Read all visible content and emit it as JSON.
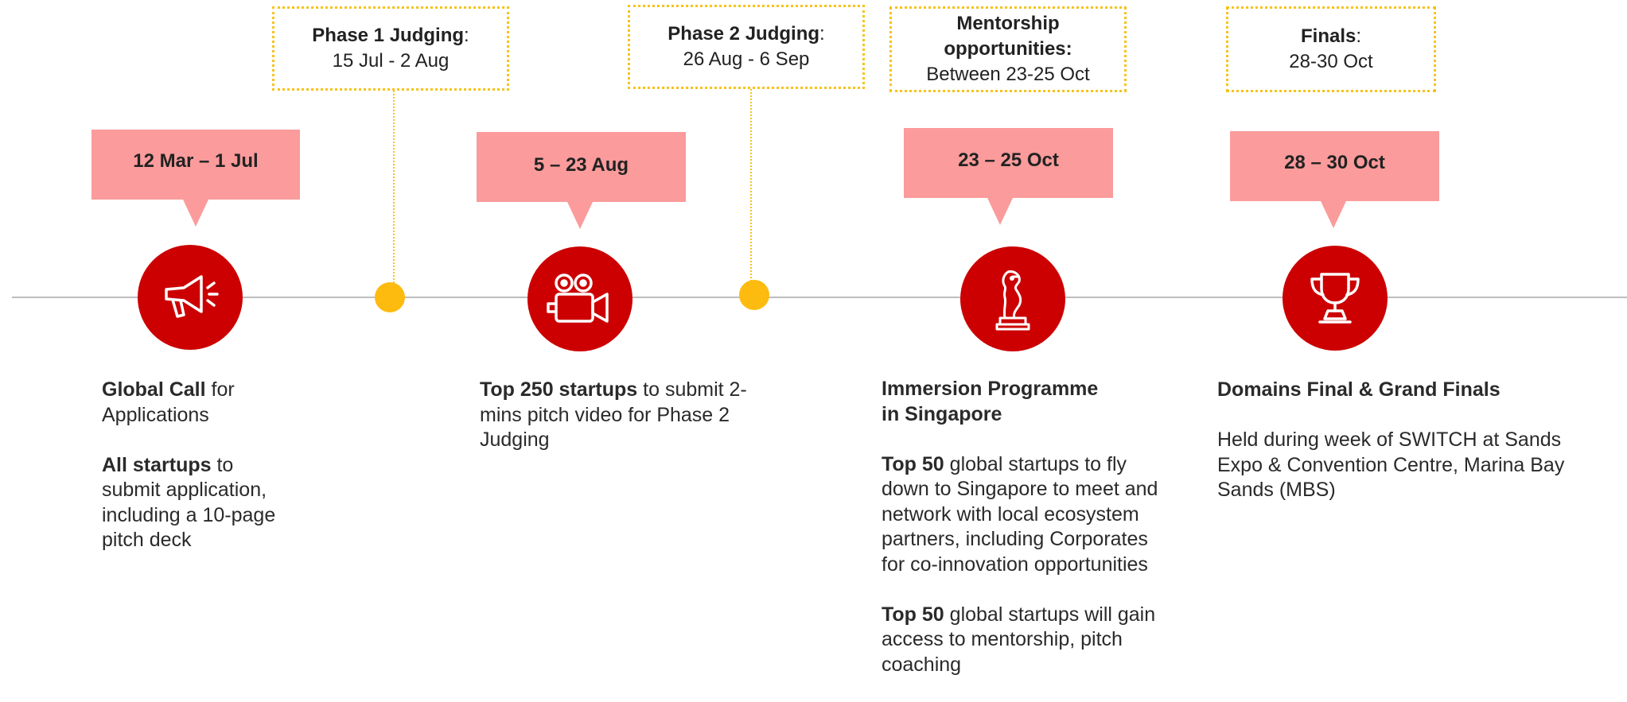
{
  "milestones": [
    {
      "date": "12 Mar – 1 Jul",
      "icon": "megaphone-icon",
      "p1_bold": "Global Call",
      "p1_rest": " for Applications",
      "p2_bold": "All startups",
      "p2_rest": " to submit application, including a 10-page pitch deck"
    },
    {
      "date": "5 – 23 Aug",
      "icon": "video-camera-icon",
      "p1_bold": "Top 250 startups",
      "p1_rest": " to submit 2-mins pitch video for Phase 2 Judging"
    },
    {
      "date": "23 – 25 Oct",
      "icon": "merlion-icon",
      "title": "Immersion Programme in Singapore",
      "p1_bold": "Top 50",
      "p1_rest": " global startups to fly down to Singapore to meet and network with local ecosystem partners, including Corporates for co-innovation opportunities",
      "p2_bold": "Top 50",
      "p2_rest": " global startups will gain access to mentorship, pitch coaching"
    },
    {
      "date": "28 – 30 Oct",
      "icon": "trophy-icon",
      "title": "Domains Final & Grand Finals",
      "p1_rest": "Held during week of SWITCH at Sands Expo & Convention Centre, Marina Bay Sands (MBS)"
    }
  ],
  "phases": [
    {
      "label": "Phase 1 Judging",
      "colon": ":",
      "dates": "15 Jul - 2 Aug"
    },
    {
      "label": "Phase 2 Judging",
      "colon": ":",
      "dates": "26 Aug - 6 Sep"
    },
    {
      "label": "Mentorship opportunities",
      "colon": ":",
      "dates": "Between 23-25 Oct"
    },
    {
      "label": "Finals",
      "colon": ":",
      "dates": "28-30 Oct"
    }
  ],
  "colors": {
    "milestone_red": "#cc0000",
    "callout_pink": "#fb9b9b",
    "judging_yellow": "#f7c31a",
    "timeline_grey": "#bdbdbd"
  }
}
